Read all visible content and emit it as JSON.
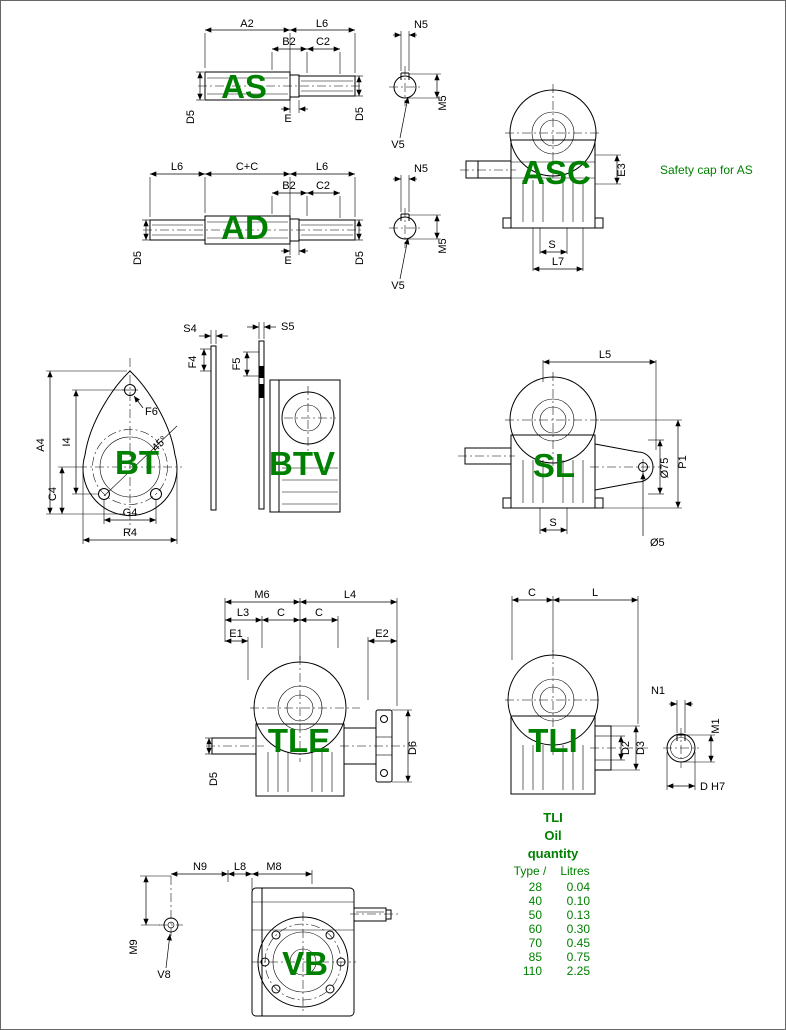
{
  "palette": {
    "accent": "#008000",
    "line": "#000000",
    "background": "#ffffff"
  },
  "note": {
    "safety_cap": "Safety cap for AS"
  },
  "drawings": {
    "as": {
      "label": "AS",
      "dims": {
        "a2": "A2",
        "l6": "L6",
        "b2": "B2",
        "c2": "C2",
        "d5_left": "D5",
        "e": "E",
        "d5_right": "D5",
        "n5": "N5",
        "m5": "M5",
        "v5": "V5"
      }
    },
    "ad": {
      "label": "AD",
      "dims": {
        "l6_left": "L6",
        "c_plus_c": "C+C",
        "l6_right": "L6",
        "b2": "B2",
        "c2": "C2",
        "d5_left": "D5",
        "e": "E",
        "d5_right": "D5",
        "n5": "N5",
        "m5": "M5",
        "v5": "V5"
      }
    },
    "asc": {
      "label": "ASC",
      "dims": {
        "e3": "E3",
        "s": "S",
        "l7": "L7"
      }
    },
    "bt": {
      "label": "BT",
      "dims": {
        "s4": "S4",
        "f4": "F4",
        "f6": "F6",
        "a4": "A4",
        "i4": "I4",
        "c4": "C4",
        "angle": "45°",
        "g4": "G4",
        "r4": "R4"
      }
    },
    "btv": {
      "label": "BTV",
      "dims": {
        "s5": "S5",
        "f5": "F5"
      }
    },
    "sl": {
      "label": "SL",
      "dims": {
        "l5": "L5",
        "d75": "Ø75",
        "p1": "P1",
        "s": "S",
        "d5": "Ø5"
      }
    },
    "tle": {
      "label": "TLE",
      "dims": {
        "m6": "M6",
        "l4": "L4",
        "l3": "L3",
        "c_left": "C",
        "c_right": "C",
        "e1": "E1",
        "e2": "E2",
        "d5": "D5",
        "d6": "D6"
      }
    },
    "tli": {
      "label": "TLI",
      "dims": {
        "c": "C",
        "l": "L",
        "d2": "D2",
        "d3": "D3",
        "n1": "N1",
        "m1": "M1",
        "d_h7": "D H7"
      }
    },
    "vb": {
      "label": "VB",
      "dims": {
        "n9": "N9",
        "l8": "L8",
        "m8": "M8",
        "m9": "M9",
        "v8": "V8"
      }
    }
  },
  "oil_table": {
    "title_line1": "TLI",
    "title_line2": "Oil",
    "title_line3": "quantity",
    "col_type": "Type /",
    "col_litres": "Litres",
    "rows": [
      {
        "type": "28",
        "litres": "0.04"
      },
      {
        "type": "40",
        "litres": "0.10"
      },
      {
        "type": "50",
        "litres": "0.13"
      },
      {
        "type": "60",
        "litres": "0.30"
      },
      {
        "type": "70",
        "litres": "0.45"
      },
      {
        "type": "85",
        "litres": "0.75"
      },
      {
        "type": "110",
        "litres": "2.25"
      }
    ]
  }
}
